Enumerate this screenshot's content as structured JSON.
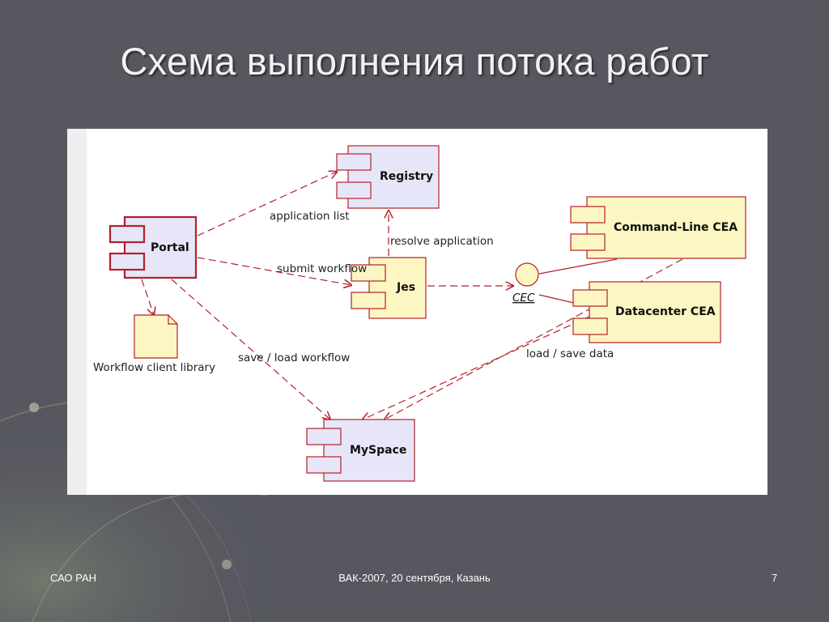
{
  "slide": {
    "title": "Схема выполнения потока работ",
    "footer_left": "САО РАН",
    "footer_center": "ВАК-2007, 20 сентября, Казань",
    "page_number": "7"
  },
  "diagram": {
    "components": {
      "registry": "Registry",
      "portal": "Portal",
      "jes": "Jes",
      "command_line_cea": "Command-Line CEA",
      "datacenter_cea": "Datacenter CEA",
      "myspace": "MySpace"
    },
    "artifact": "Workflow client library",
    "interface": "CEC",
    "edge_labels": {
      "application_list": "application list",
      "resolve_application": "resolve application",
      "submit_workflow": "submit workflow",
      "save_load_workflow": "save / load workflow",
      "load_save_data": "load / save data"
    },
    "colors": {
      "component_fill": "#e6e6f8",
      "cea_fill": "#fbf6c2",
      "stroke": "#b3202a"
    }
  }
}
